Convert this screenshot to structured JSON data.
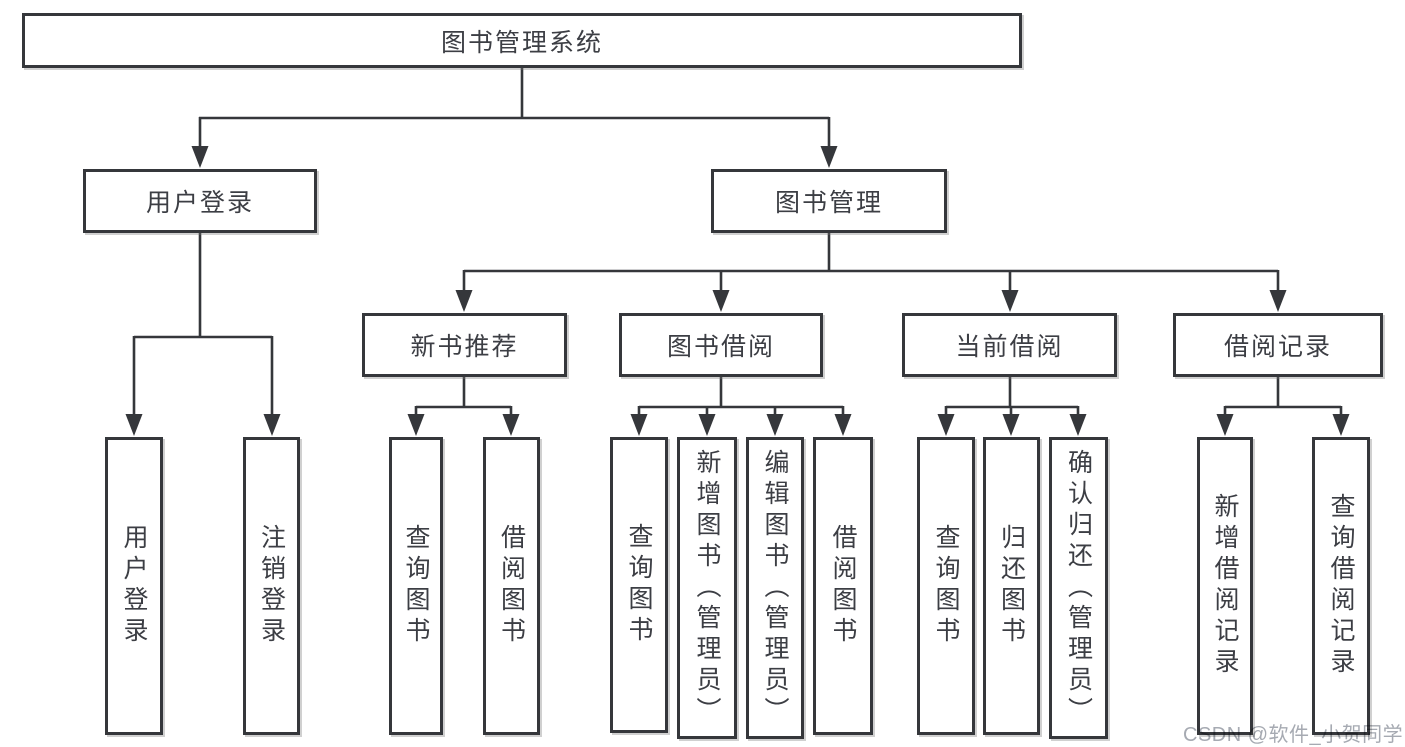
{
  "diagram": {
    "root": {
      "label": "图书管理系统"
    },
    "branches": [
      {
        "label": "用户登录",
        "children": [
          {
            "label": "用户登录"
          },
          {
            "label": "注销登录"
          }
        ]
      },
      {
        "label": "图书管理",
        "children": [
          {
            "label": "新书推荐",
            "children": [
              {
                "label": "查询图书"
              },
              {
                "label": "借阅图书"
              }
            ]
          },
          {
            "label": "图书借阅",
            "children": [
              {
                "label": "查询图书"
              },
              {
                "label": "新增图书（管理员）"
              },
              {
                "label": "编辑图书（管理员）"
              },
              {
                "label": "借阅图书"
              }
            ]
          },
          {
            "label": "当前借阅",
            "children": [
              {
                "label": "查询图书"
              },
              {
                "label": "归还图书"
              },
              {
                "label": "确认归还（管理员）"
              }
            ]
          },
          {
            "label": "借阅记录",
            "children": [
              {
                "label": "新增借阅记录"
              },
              {
                "label": "查询借阅记录"
              }
            ]
          }
        ]
      }
    ]
  },
  "watermark": {
    "text": "CSDN @软件_小贺同学"
  },
  "colors": {
    "line": "#35373b",
    "box_border": "#35373b",
    "box_background": "#ffffff",
    "text": "#3c3e44",
    "watermark": "#a6aab2",
    "page_background": "#ffffff"
  }
}
